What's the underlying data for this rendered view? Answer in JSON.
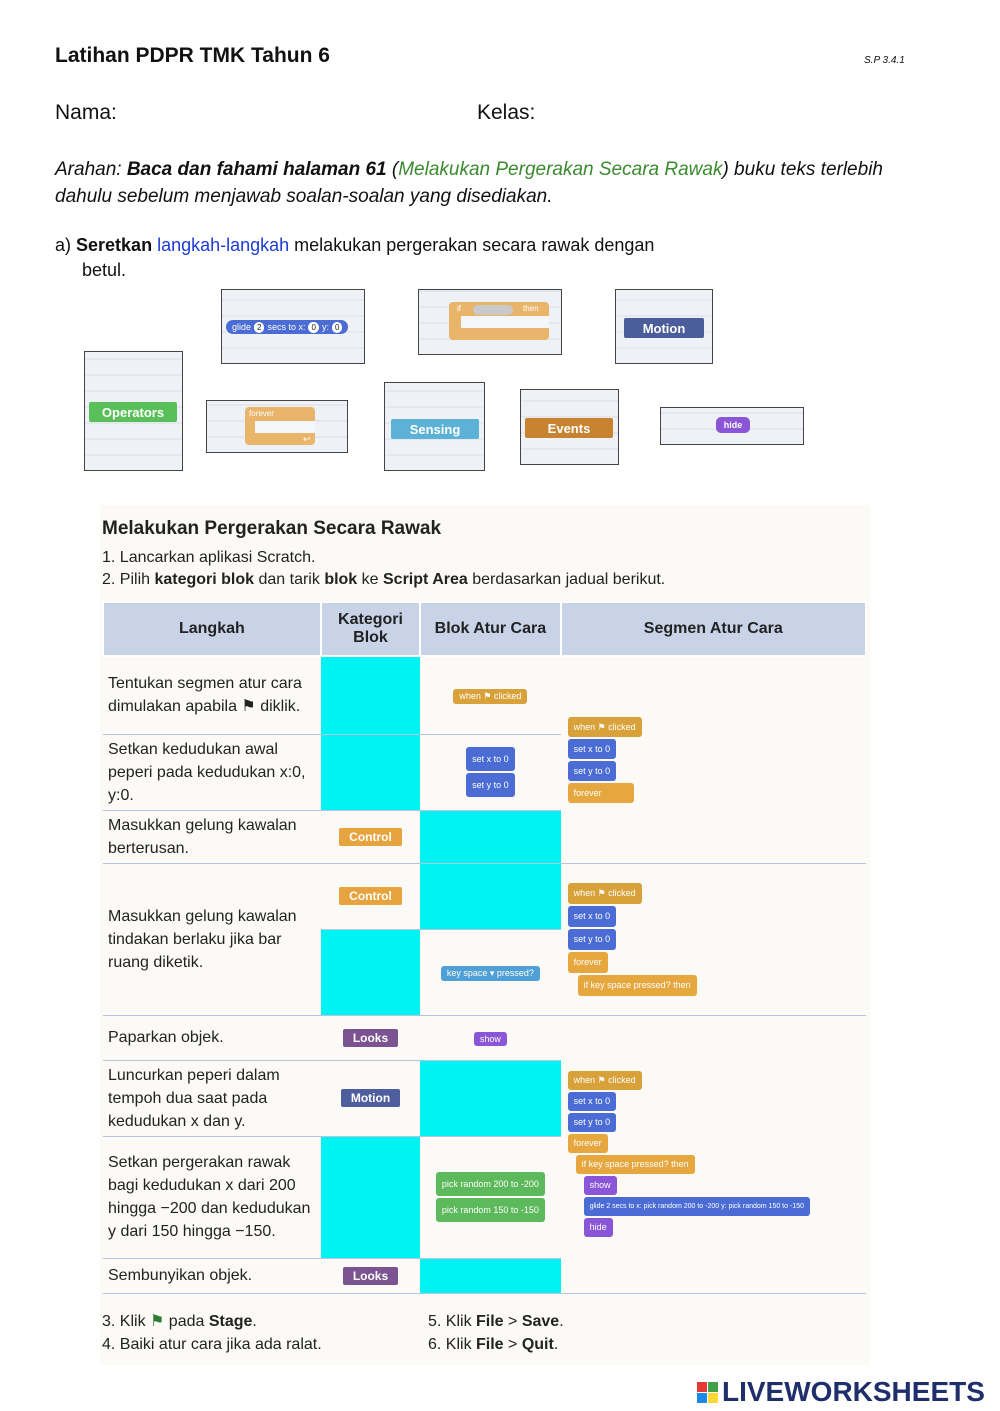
{
  "header": {
    "title": "Latihan PDPR TMK Tahun 6",
    "code": "S.P 3.4.1",
    "name_label": "Nama:",
    "class_label": "Kelas:"
  },
  "instruction": {
    "prefix": "Arahan: ",
    "bold": "Baca dan fahami halaman 61",
    "open": " (",
    "green": "Melakukan Pergerakan Secara Rawak",
    "rest": ") buku teks terlebih dahulu sebelum menjawab soalan-soalan yang disediakan."
  },
  "question": {
    "prefix": "a) ",
    "bold": "Seretkan",
    "blue": " langkah-langkah",
    "rest": " melakukan pergerakan secara rawak dengan",
    "line2": "betul."
  },
  "tiles": {
    "glide": {
      "text": "glide",
      "secs": "2",
      "secs_label": "secs to x:",
      "x": "0",
      "y_label": "y:",
      "y": "0"
    },
    "if": {
      "if": "if",
      "then": "then"
    },
    "motion": "Motion",
    "operators": "Operators",
    "forever": "forever",
    "sensing": "Sensing",
    "events": "Events",
    "hide": "hide"
  },
  "book": {
    "heading": "Melakukan Pergerakan Secara Rawak",
    "step1": "1.  Lancarkan aplikasi Scratch.",
    "step2_pre": "2.  Pilih ",
    "step2_b1": "kategori blok",
    "step2_mid": " dan tarik ",
    "step2_b2": "blok",
    "step2_mid2": " ke ",
    "step2_b3": "Script Area",
    "step2_post": " berdasarkan jadual berikut.",
    "col_headers": [
      "Langkah",
      "Kategori Blok",
      "Blok Atur Cara",
      "Segmen Atur Cara"
    ],
    "rows": [
      {
        "step": "Tentukan segmen atur cara dimulakan apabila ⚑ diklik."
      },
      {
        "step": "Setkan kedudukan awal peperi pada kedudukan x:0, y:0."
      },
      {
        "step": "Masukkan gelung kawalan berterusan.",
        "category": "Control"
      },
      {
        "step": "Masukkan gelung kawalan tindakan berlaku jika bar ruang diketik.",
        "category": "Control"
      },
      {
        "step": "Paparkan objek.",
        "category": "Looks"
      },
      {
        "step": "Luncurkan peperi dalam tempoh dua saat pada kedudukan x dan y.",
        "category": "Motion"
      },
      {
        "step": "Setkan pergerakan rawak bagi kedudukan x dari 200 hingga −200 dan kedudukan y dari 150 hingga −150."
      },
      {
        "step": "Sembunyikan objek.",
        "category": "Looks"
      }
    ],
    "blocks": {
      "when_clicked": "when ⚑ clicked",
      "set_x": "set x to 0",
      "set_y": "set y to 0",
      "forever": "forever",
      "key_pressed": "key space ▾ pressed?",
      "show": "show",
      "pick1": "pick random 200 to -200",
      "pick2": "pick random 150 to -150",
      "if_then": "if key space pressed? then",
      "glide": "glide 2 secs to x: pick random 200 to -200 y: pick random 150 to -150",
      "hide": "hide"
    },
    "step3_pre": "3.  Klik ",
    "step3_mid": " pada ",
    "step3_b": "Stage",
    "step4": "4.  Baiki atur cara jika ada ralat.",
    "step5_pre": "5.  Klik ",
    "step5_b1": "File",
    "step5_sep": " > ",
    "step5_b2": "Save",
    "step6_pre": "6.  Klik ",
    "step6_b1": "File",
    "step6_sep": " > ",
    "step6_b2": "Quit"
  },
  "logo": "LIVEWORKSHEETS",
  "colors": {
    "cyan": "#00f3f3",
    "green_text": "#3a8a2e",
    "blue_text": "#1d3bd8"
  }
}
